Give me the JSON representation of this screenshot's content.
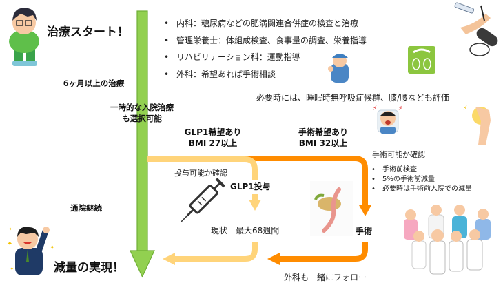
{
  "start": {
    "title": "治療スタート！",
    "icon": "overweight-person-on-scale-icon"
  },
  "goal": {
    "title": "減量の実現！",
    "icon": "cheering-businessman-icon"
  },
  "main_track": {
    "color": "#92d050",
    "labels": {
      "duration": "6ヶ月以上の治療",
      "hospitalization_line1": "一時的な入院治療",
      "hospitalization_line2": "も選択可能",
      "outpatient": "通院継続"
    }
  },
  "departments": [
    "内科：糖尿病などの肥満関連合併症の検査と治療",
    "管理栄養士：体組成検査、食事量の調査、栄養指導",
    "リハビリテーション科：運動指導",
    "外科：希望あれば手術相談"
  ],
  "evaluation_note": "必要時には、睡眠時無呼吸症候群、膝/腰なども評価",
  "glp1_branch": {
    "color": "#ffd47a",
    "condition_line1": "GLP1希望あり",
    "condition_line2": "BMI 27以上",
    "check": "投与可能か確認",
    "treatment": "GLP1投与",
    "duration": "現状　最大68週間",
    "icon": "syringe-icon"
  },
  "surgery_branch": {
    "color": "#ff8c00",
    "condition_line1": "手術希望あり",
    "condition_line2": "BMI 32以上",
    "check": "手術可能か確認",
    "steps": [
      "手術前検査",
      "5%の手術前減量",
      "必要時は手術前入院での減量"
    ],
    "treatment": "手術",
    "follow_up": "外科も一緒にフォロー",
    "icon": "stomach-organ-icon"
  },
  "decor_icons": [
    "blood-draw-arm-icon",
    "medicine-capsule-icon",
    "body-scale-icon",
    "exercising-man-icon",
    "sleep-apnea-man-icon",
    "knee-pain-icon",
    "medical-team-icon"
  ]
}
